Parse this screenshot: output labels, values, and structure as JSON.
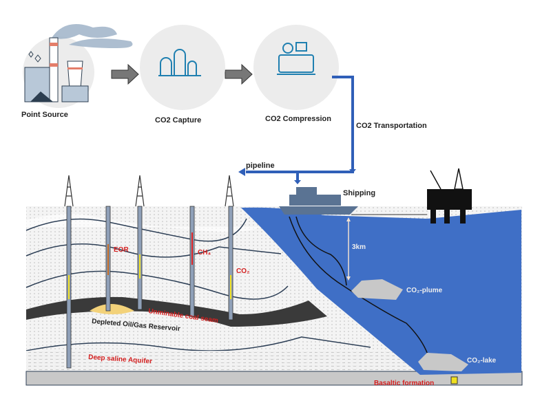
{
  "flow": {
    "point_source": "Point Source",
    "capture": "CO2 Capture",
    "compression": "CO2 Compression",
    "transportation": "CO2 Transportation",
    "pipeline": "pipeline",
    "shipping": "Shipping"
  },
  "geology": {
    "eor": "EOR",
    "ch4": "CH₄",
    "co2": "CO₂",
    "coal_seam": "Unminable coal seam",
    "reservoir": "Depleted Oil/Gas Reservoir",
    "aquifer": "Deep saline Aquifer",
    "basalt": "Basaltic formation"
  },
  "ocean": {
    "depth": "3km",
    "plume": "CO₂-plume",
    "lake": "CO₂-lake"
  },
  "colors": {
    "ocean": "#3f6fc6",
    "pipeline": "#2f5fb8",
    "label_red": "#d42020",
    "coal": "#3a3a3a",
    "rock": "#c8c8c8"
  }
}
